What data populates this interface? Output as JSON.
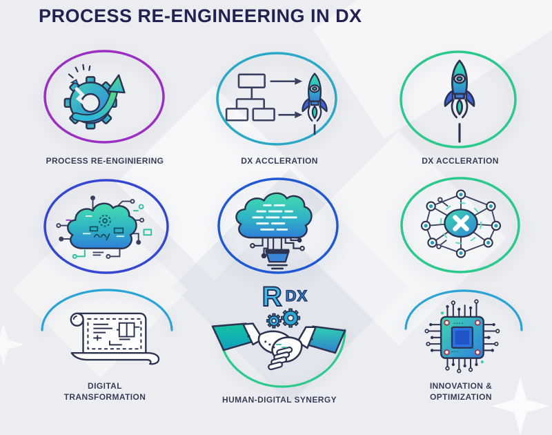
{
  "title": "PROCESS RE-ENGINEERING IN DX",
  "colors": {
    "background": "#ecedf1",
    "title_text": "#232150",
    "label_text": "#353a57",
    "icon_teal": "#2fd1b0",
    "icon_blue": "#2f7fe0",
    "icon_outline": "#2b3350"
  },
  "logo": {
    "r": "R",
    "dx": "DX"
  },
  "cells": [
    {
      "id": "process-re-engineering",
      "label": "PROCESS RE-ENGINIERING",
      "icon": "broken-gear-arrow-icon",
      "ring": "#9b2fc2",
      "ring_style": "full"
    },
    {
      "id": "dx-acceleration-flowchart",
      "label": "DX ACCLERATION",
      "icon": "flowchart-rocket-icon",
      "ring": "#2aa9c6",
      "ring_style": "full"
    },
    {
      "id": "dx-acceleration-rocket",
      "label": "DX ACCLERATION",
      "icon": "rocket-icon",
      "ring": "#2bc98b",
      "ring_style": "full"
    },
    {
      "id": "cloud-circuit",
      "label": "",
      "icon": "cloud-circuit-icon",
      "ring": "#3546d0",
      "ring_style": "full"
    },
    {
      "id": "cloud-code",
      "label": "",
      "icon": "cloud-code-plug-icon",
      "ring": "#2057d2",
      "ring_style": "full"
    },
    {
      "id": "network-x",
      "label": "",
      "icon": "network-x-icon",
      "ring": "#2bc98b",
      "ring_style": "full"
    },
    {
      "id": "digital-transformation",
      "label": "DIGITAL TRANSFORMATION",
      "icon": "blueprint-scroll-icon",
      "ring": "#2aa3d6",
      "ring_style": "top-arc"
    },
    {
      "id": "human-digital-synergy",
      "label": "HUMAN-DIGITAL SYNERGY",
      "icon": "handshake-icon",
      "ring": "#2bc98b",
      "ring_style": "bottom-arc"
    },
    {
      "id": "innovation-optimization",
      "label": "INNOVATION & OPTIMIZATION",
      "icon": "cpu-chip-icon",
      "ring": "#2aa3d6",
      "ring_style": "top-arc"
    }
  ]
}
